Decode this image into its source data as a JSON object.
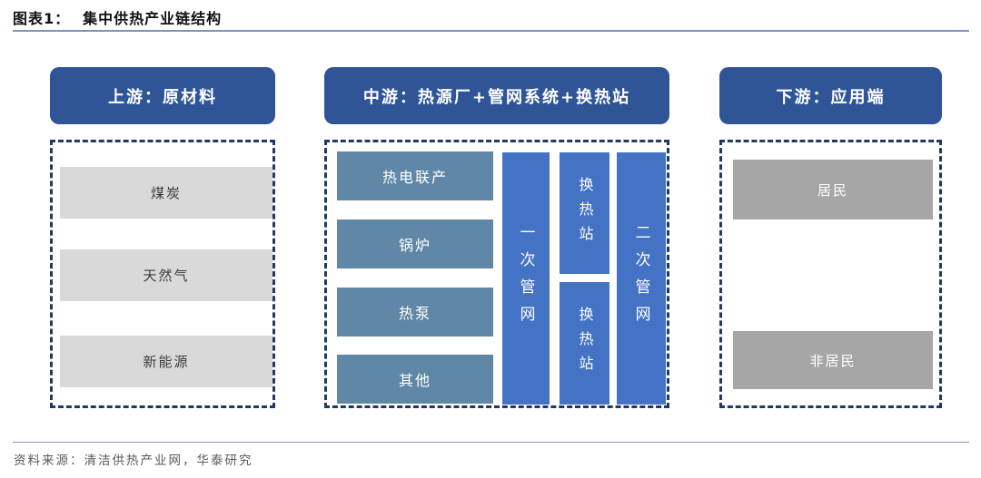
{
  "figure": {
    "label": "图表1：",
    "title": "集中供热产业链结构"
  },
  "columns": [
    {
      "id": "upstream",
      "header": "上游：原材料",
      "items": [
        "煤炭",
        "天然气",
        "新能源"
      ]
    },
    {
      "id": "midstream",
      "header": "中游：热源厂+管网系统+换热站",
      "heat_sources": [
        "热电联产",
        "锅炉",
        "热泵",
        "其他"
      ],
      "primary_network": "一次管网",
      "exchange_stations": [
        "换热站",
        "换热站"
      ],
      "secondary_network": "二次管网"
    },
    {
      "id": "downstream",
      "header": "下游：应用端",
      "items": [
        "居民",
        "非居民"
      ]
    }
  ],
  "footer": {
    "source": "资料来源：清洁供热产业网，华泰研究"
  },
  "colors": {
    "header_blue": "#2f5597",
    "dashed_border_navy": "#1f3864",
    "steel_blue": "#6088a6",
    "bright_blue": "#4472c4",
    "light_gray": "#d9d9d9",
    "medium_gray": "#a6a6a6",
    "rule_blue": "#7d93be",
    "source_text_gray": "#595959"
  }
}
